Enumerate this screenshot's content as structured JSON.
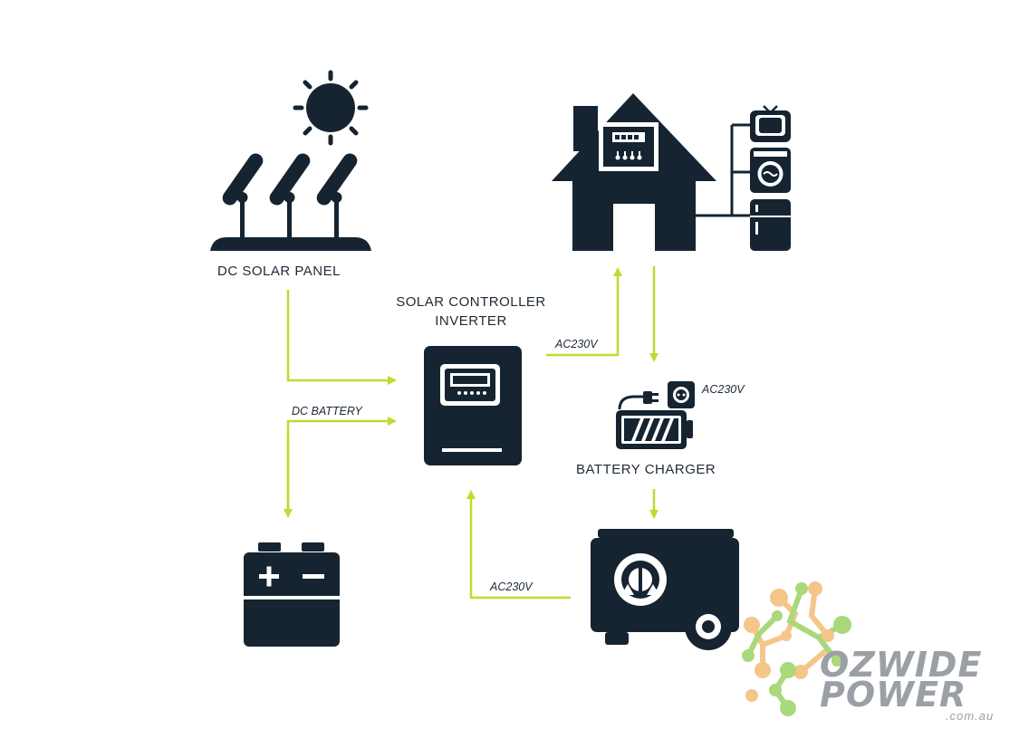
{
  "colors": {
    "icon": "#152430",
    "arrow": "#c5d82e",
    "logo_text": "#9aa0a6",
    "logo_orange": "#f5c58a",
    "logo_green": "#a9d97a"
  },
  "labels": {
    "solar_panel": "DC SOLAR PANEL",
    "controller_line1": "SOLAR CONTROLLER",
    "controller_line2": "INVERTER",
    "battery_charger": "BATTERY CHARGER",
    "dc_battery": "DC BATTERY",
    "ac_to_house": "AC230V",
    "ac_to_charger": "AC230V",
    "ac_from_generator": "AC230V"
  },
  "logo": {
    "line1": "OZWIDE",
    "line2": "POWER",
    "line3": ".com.au"
  },
  "icons": {
    "sun": "sun-icon",
    "solar_panels": "solar-panels-icon",
    "house": "house-icon",
    "appliances": [
      "tv-icon",
      "washing-machine-icon",
      "fridge-icon"
    ],
    "inverter": "inverter-icon",
    "plug": "plug-icon",
    "socket": "socket-icon",
    "charging_battery": "charging-battery-icon",
    "battery": "battery-icon",
    "generator": "generator-icon"
  }
}
